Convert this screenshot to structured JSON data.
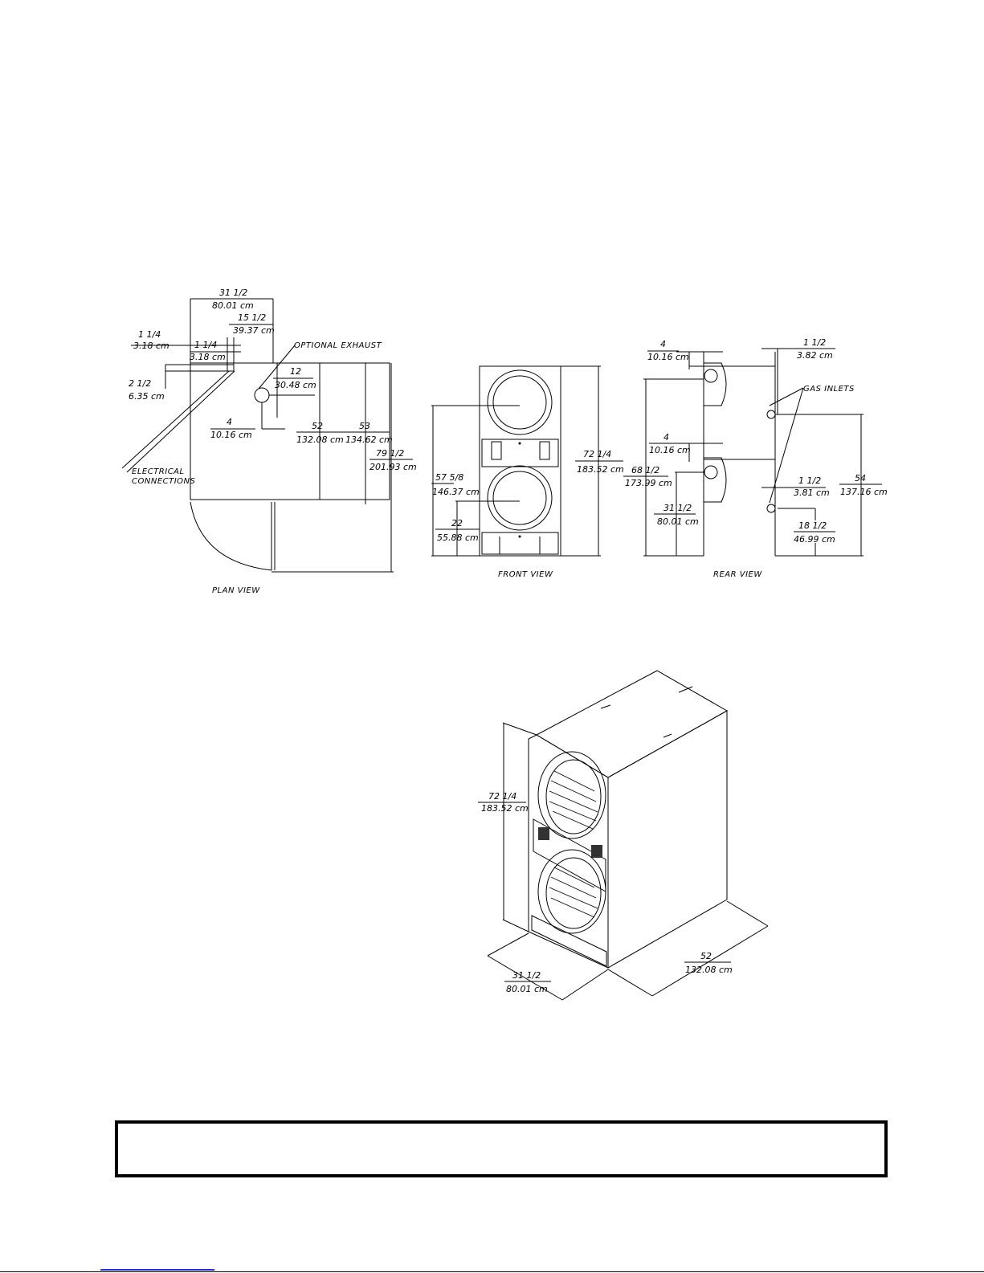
{
  "plan_view": {
    "title": "PLAN VIEW",
    "width_in": "31 1/2",
    "width_cm": "80.01 cm",
    "exhaust_x_in": "15 1/2",
    "exhaust_x_cm": "39.37 cm",
    "elec_a_in": "1 1/4",
    "elec_a_cm": "3.18 cm",
    "elec_b_in": "1 1/4",
    "elec_b_cm": "3.18 cm",
    "elec_c_in": "2 1/2",
    "elec_c_cm": "6.35 cm",
    "exhaust_y_in": "12",
    "exhaust_y_cm": "30.48 cm",
    "exhaust_d_in": "4",
    "exhaust_d_cm": "10.16 cm",
    "depth_in": "52",
    "depth_cm": "132.08 cm",
    "depth2_in": "53",
    "depth2_cm": "134.62 cm",
    "depth3_in": "79 1/2",
    "depth3_cm": "201.93 cm",
    "optional_exhaust": "OPTIONAL EXHAUST",
    "electrical_1": "ELECTRICAL",
    "electrical_2": "CONNECTIONS"
  },
  "front_view": {
    "title": "FRONT VIEW",
    "height_in": "72 1/4",
    "height_cm": "183.52 cm",
    "upper_in": "57 5/8",
    "upper_cm": "146.37 cm",
    "lower_in": "22",
    "lower_cm": "55.88 cm"
  },
  "rear_view": {
    "title": "REAR VIEW",
    "top_in": "4",
    "top_cm": "10.16 cm",
    "mid_in": "4",
    "mid_cm": "10.16 cm",
    "gas_top_in": "1 1/2",
    "gas_top_cm": "3.82 cm",
    "gas_inlets": "GAS INLETS",
    "height_in": "68 1/2",
    "height_cm": "173.99 cm",
    "low_in": "31 1/2",
    "low_cm": "80.01 cm",
    "gas_low_in": "1 1/2",
    "gas_low_cm": "3.81 cm",
    "gas_floor_in": "18 1/2",
    "gas_floor_cm": "46.99 cm",
    "gas_h_in": "54",
    "gas_h_cm": "137.16 cm"
  },
  "iso_view": {
    "height_in": "72 1/4",
    "height_cm": "183.52 cm",
    "width_in": "31 1/2",
    "width_cm": "80.01 cm",
    "depth_in": "52",
    "depth_cm": "132.08 cm"
  }
}
